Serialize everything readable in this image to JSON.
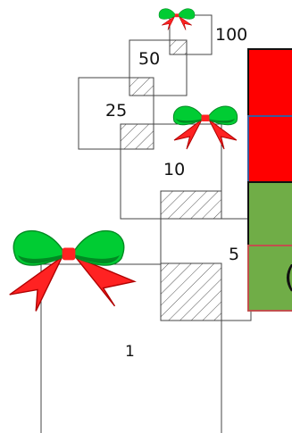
{
  "boxes": {
    "b100": {
      "label": "100"
    },
    "b50": {
      "label": "50"
    },
    "b25": {
      "label": "25"
    },
    "b10": {
      "label": "10"
    },
    "b5": {
      "label": "5"
    },
    "b1": {
      "label": "1"
    }
  },
  "panel_fragment": {
    "cell_colors": [
      "#ff0000",
      "#ff0000",
      "#70ad47",
      "#70ad47"
    ],
    "partial_glyph": "("
  },
  "colors": {
    "bow_green": "#00cc33",
    "bow_green_dark": "#008a22",
    "bow_red": "#ff2222",
    "hatch": "#555555",
    "outline": "#444444"
  }
}
